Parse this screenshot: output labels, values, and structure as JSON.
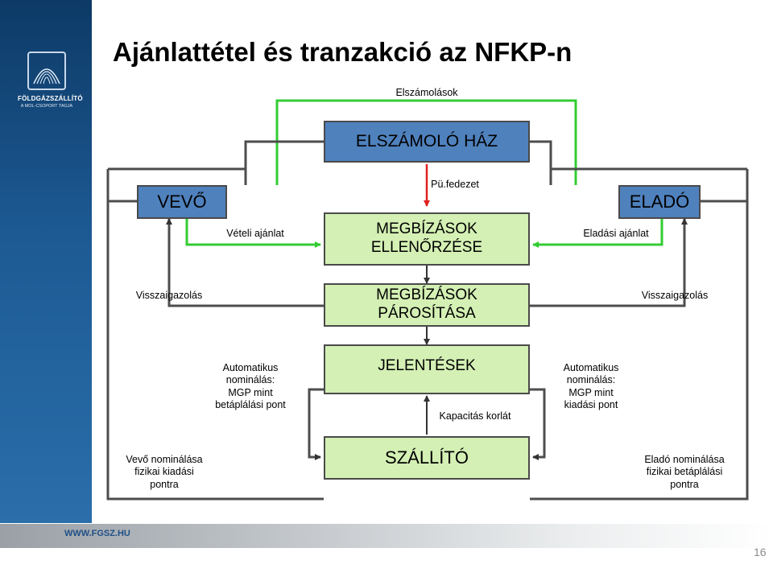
{
  "slide": {
    "title": "Ajánlattétel és tranzakció az NFKP-n",
    "page_number": "16",
    "footer_url": "WWW.FGSZ.HU"
  },
  "logo": {
    "name": "FÖLDGÁZSZÁLLÍTÓ",
    "tagline": "A MOL-CSOPORT TAGJA"
  },
  "diagram": {
    "top_label": "Elszámolások",
    "clearing_house": "ELSZÁMOLÓ HÁZ",
    "buyer": "VEVŐ",
    "seller": "ELADÓ",
    "financial_cover": "Pü.fedezet",
    "box_check_line1": "MEGBÍZÁSOK",
    "box_check_line2": "ELLENŐRZÉSE",
    "box_match_line1": "MEGBÍZÁSOK",
    "box_match_line2": "PÁROSÍTÁSA",
    "box_reports": "JELENTÉSEK",
    "transporter": "SZÁLLÍTÓ",
    "buy_offer": "Vételi ajánlat",
    "sell_offer": "Eladási ajánlat",
    "confirmation_left": "Visszaigazolás",
    "confirmation_right": "Visszaigazolás",
    "auto_left_1": "Automatikus",
    "auto_left_2": "nominálás:",
    "auto_left_3": "MGP mint",
    "auto_left_4": "betáplálási pont",
    "auto_right_1": "Automatikus",
    "auto_right_2": "nominálás:",
    "auto_right_3": "MGP mint",
    "auto_right_4": "kiadási pont",
    "capacity_limit": "Kapacitás korlát",
    "buyer_nom_1": "Vevő nominálása",
    "buyer_nom_2": "fizikai kiadási",
    "buyer_nom_3": "pontra",
    "seller_nom_1": "Eladó nominálása",
    "seller_nom_2": "fizikai betáplálási",
    "seller_nom_3": "pontra"
  },
  "colors": {
    "green_line": "#33cc33",
    "gray_line": "#4d4d4d",
    "box_blue": "#4f81bd",
    "box_green": "#d4f0b4",
    "sidebar_navy": "#1d5a94"
  }
}
